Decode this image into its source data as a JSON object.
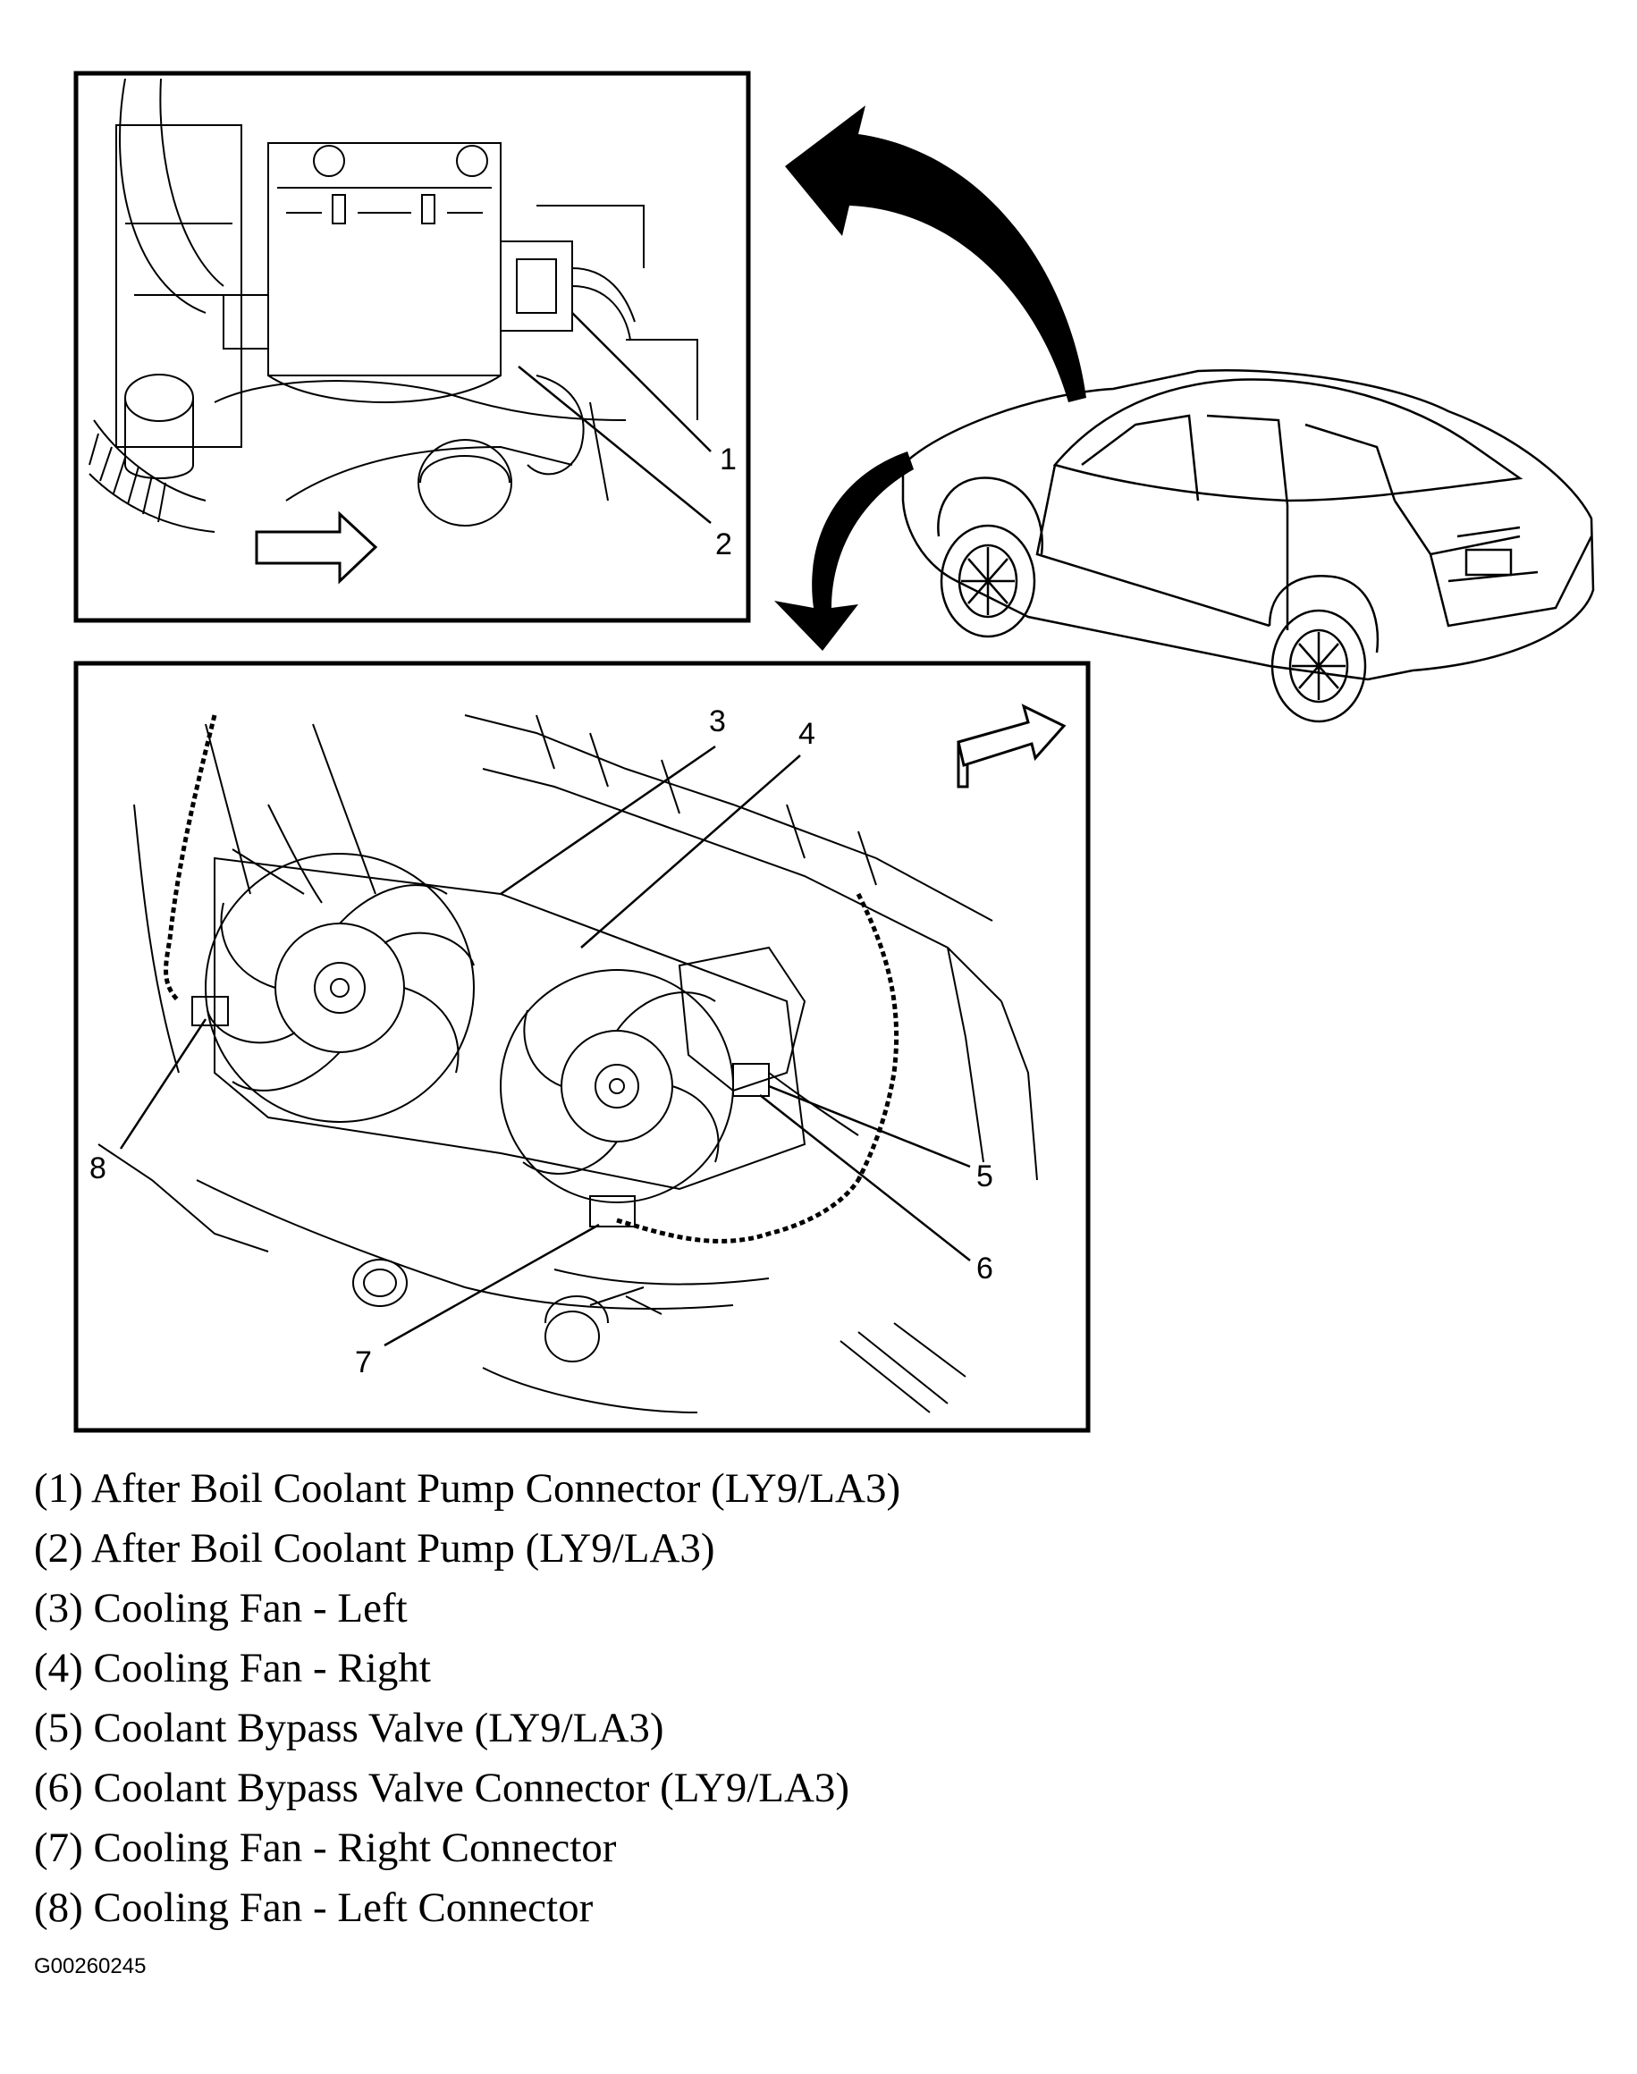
{
  "callouts": {
    "c1": "1",
    "c2": "2",
    "c3": "3",
    "c4": "4",
    "c5": "5",
    "c6": "6",
    "c7": "7",
    "c8": "8"
  },
  "legend": [
    "(1) After Boil Coolant Pump Connector (LY9/LA3)",
    "(2) After Boil Coolant Pump (LY9/LA3)",
    "(3) Cooling Fan - Left",
    "(4) Cooling Fan - Right",
    "(5) Coolant Bypass Valve (LY9/LA3)",
    "(6) Coolant Bypass Valve Connector (LY9/LA3)",
    "(7) Cooling Fan - Right Connector",
    "(8) Cooling Fan - Left Connector"
  ],
  "figure_id": "G00260245"
}
